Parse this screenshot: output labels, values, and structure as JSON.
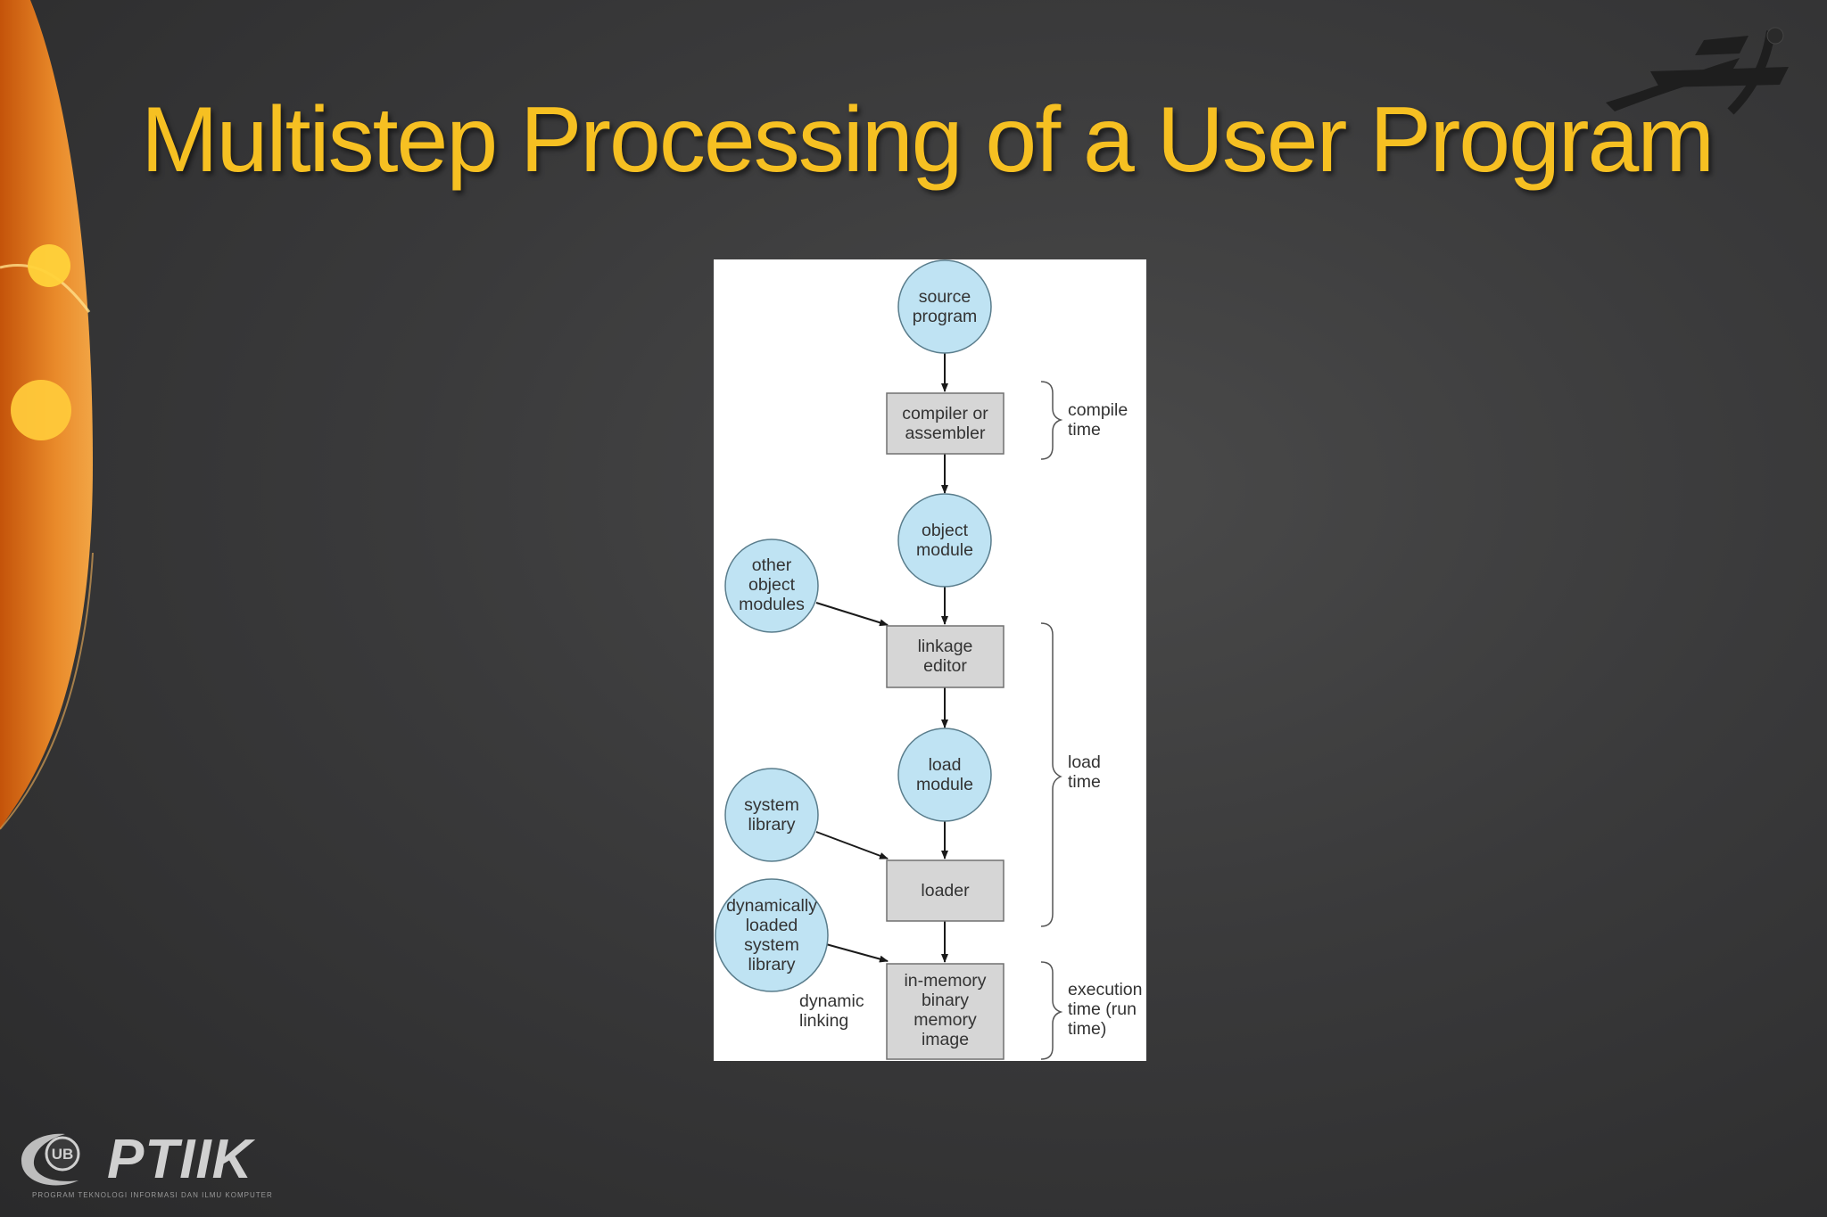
{
  "slide": {
    "title": "Multistep Processing of a User Program",
    "footer_logo_text": "PTIIK",
    "footer_logo_badge": "UB",
    "footer_logo_tagline": "PROGRAM TEKNOLOGI INFORMASI DAN ILMU KOMPUTER",
    "accent_color": "#f6c022",
    "background_color": "#3a3a3b"
  },
  "diagram": {
    "nodes": {
      "source_program": "source\nprogram",
      "compiler": "compiler or\nassembler",
      "object_module": "object\nmodule",
      "other_object_modules": "other\nobject\nmodules",
      "linkage_editor": "linkage\neditor",
      "load_module": "load\nmodule",
      "system_library": "system\nlibrary",
      "loader": "loader",
      "dynamically_loaded_system_library": "dynamically\nloaded\nsystem\nlibrary",
      "in_memory_binary_memory_image": "in-memory\nbinary\nmemory\nimage"
    },
    "edge_labels": {
      "dynamic_linking": "dynamic\nlinking"
    },
    "phases": {
      "compile_time": "compile\ntime",
      "load_time": "load\ntime",
      "execution_time": "execution\ntime (run\ntime)"
    },
    "colors": {
      "circle_fill": "#bfe3f3",
      "box_fill": "#d6d6d6"
    }
  }
}
